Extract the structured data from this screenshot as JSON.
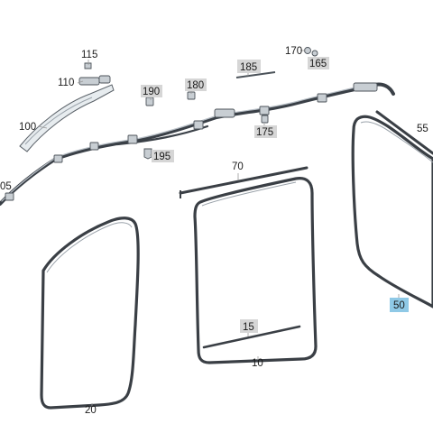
{
  "labels": {
    "p10": "10",
    "p15": "15",
    "p20": "20",
    "p50": "50",
    "p55": "55",
    "p70": "70",
    "p100": "100",
    "p105": "05",
    "p110": "110",
    "p115": "115",
    "p165": "165",
    "p170": "170",
    "p175": "175",
    "p180": "180",
    "p185": "185",
    "p190": "190",
    "p195": "195"
  },
  "colors": {
    "callout_grey": "#d6d6d6",
    "callout_highlight": "#8fc9e6",
    "part_stroke": "#3a3f45"
  }
}
